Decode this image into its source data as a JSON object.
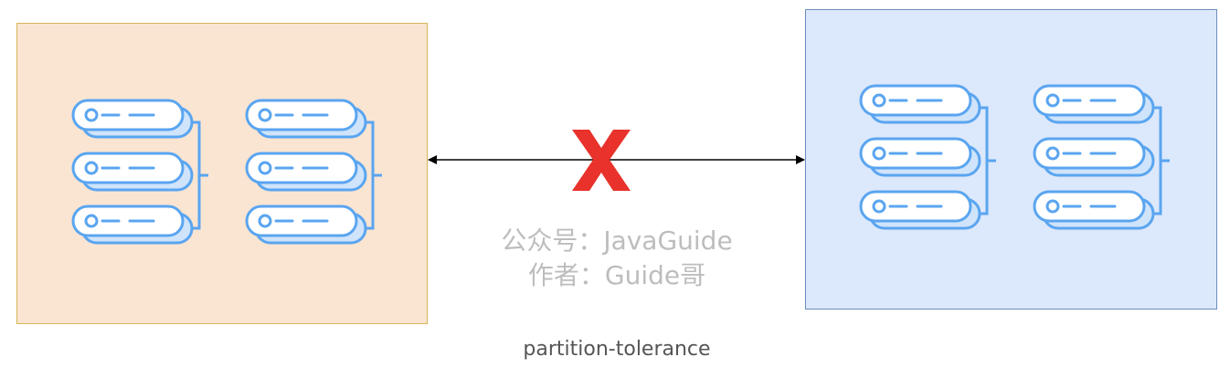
{
  "watermark": {
    "line1": "公众号：JavaGuide",
    "line2": "作者：Guide哥"
  },
  "caption": "partition-tolerance",
  "colors": {
    "left_zone_fill": "#fae5d2",
    "left_zone_border": "#d6b656",
    "right_zone_fill": "#dce8fb",
    "right_zone_border": "#6c8ebf",
    "server_stroke": "#5aa5f0",
    "server_fill": "#cfe4fb",
    "cross": "#e8322b"
  },
  "icons": {
    "server": "server-stack-icon",
    "partition": "cross-icon",
    "link": "double-arrow"
  },
  "zones": [
    {
      "id": "left",
      "clusters": 2,
      "servers_per_cluster": 3
    },
    {
      "id": "right",
      "clusters": 2,
      "servers_per_cluster": 3
    }
  ]
}
